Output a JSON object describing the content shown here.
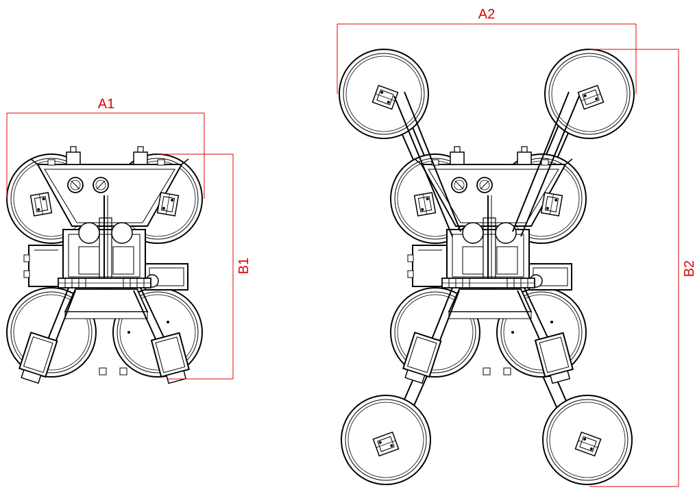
{
  "drawing": {
    "dimensions": {
      "a1": "A1",
      "b1": "B1",
      "a2": "A2",
      "b2": "B2"
    },
    "colors": {
      "line": "#000000",
      "dimension": "#e00000",
      "background": "#ffffff"
    },
    "views": [
      "compact-configuration",
      "extended-configuration"
    ]
  }
}
